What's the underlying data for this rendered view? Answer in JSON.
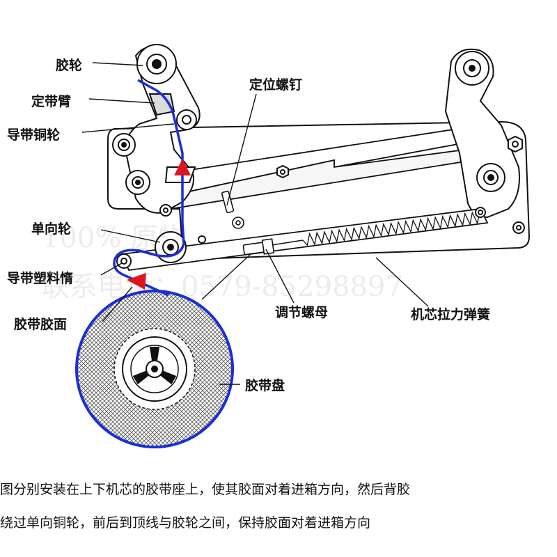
{
  "labels": {
    "tape_wheel": "胶轮",
    "tape_fixing_arm": "定带臂",
    "copper_guide_wheel": "导带铜轮",
    "positioning_screw": "定位螺钉",
    "one_way_wheel": "单向轮",
    "plastic_guide_roller": "导带塑料惰",
    "tape_adhesive_side": "胶带胶面",
    "adjusting_nut": "调节螺母",
    "core_tension_spring": "机芯拉力弹簧",
    "tape_reel": "胶带盘"
  },
  "watermark": {
    "line1": "100% 原物拍摄 浙江建兴",
    "line2": "联系电话：0579-85298897"
  },
  "caption": {
    "line1": "图分别安装在上下机芯的胶带座上，使其胶面对着进箱方向，然后背胶",
    "line2": "绕过单向铜轮，前后到顶线与胶轮之间，保持胶面对着进箱方向"
  },
  "colors": {
    "tape_path": "#1a2fd6",
    "arrow": "#e0141e",
    "line": "#111111"
  }
}
